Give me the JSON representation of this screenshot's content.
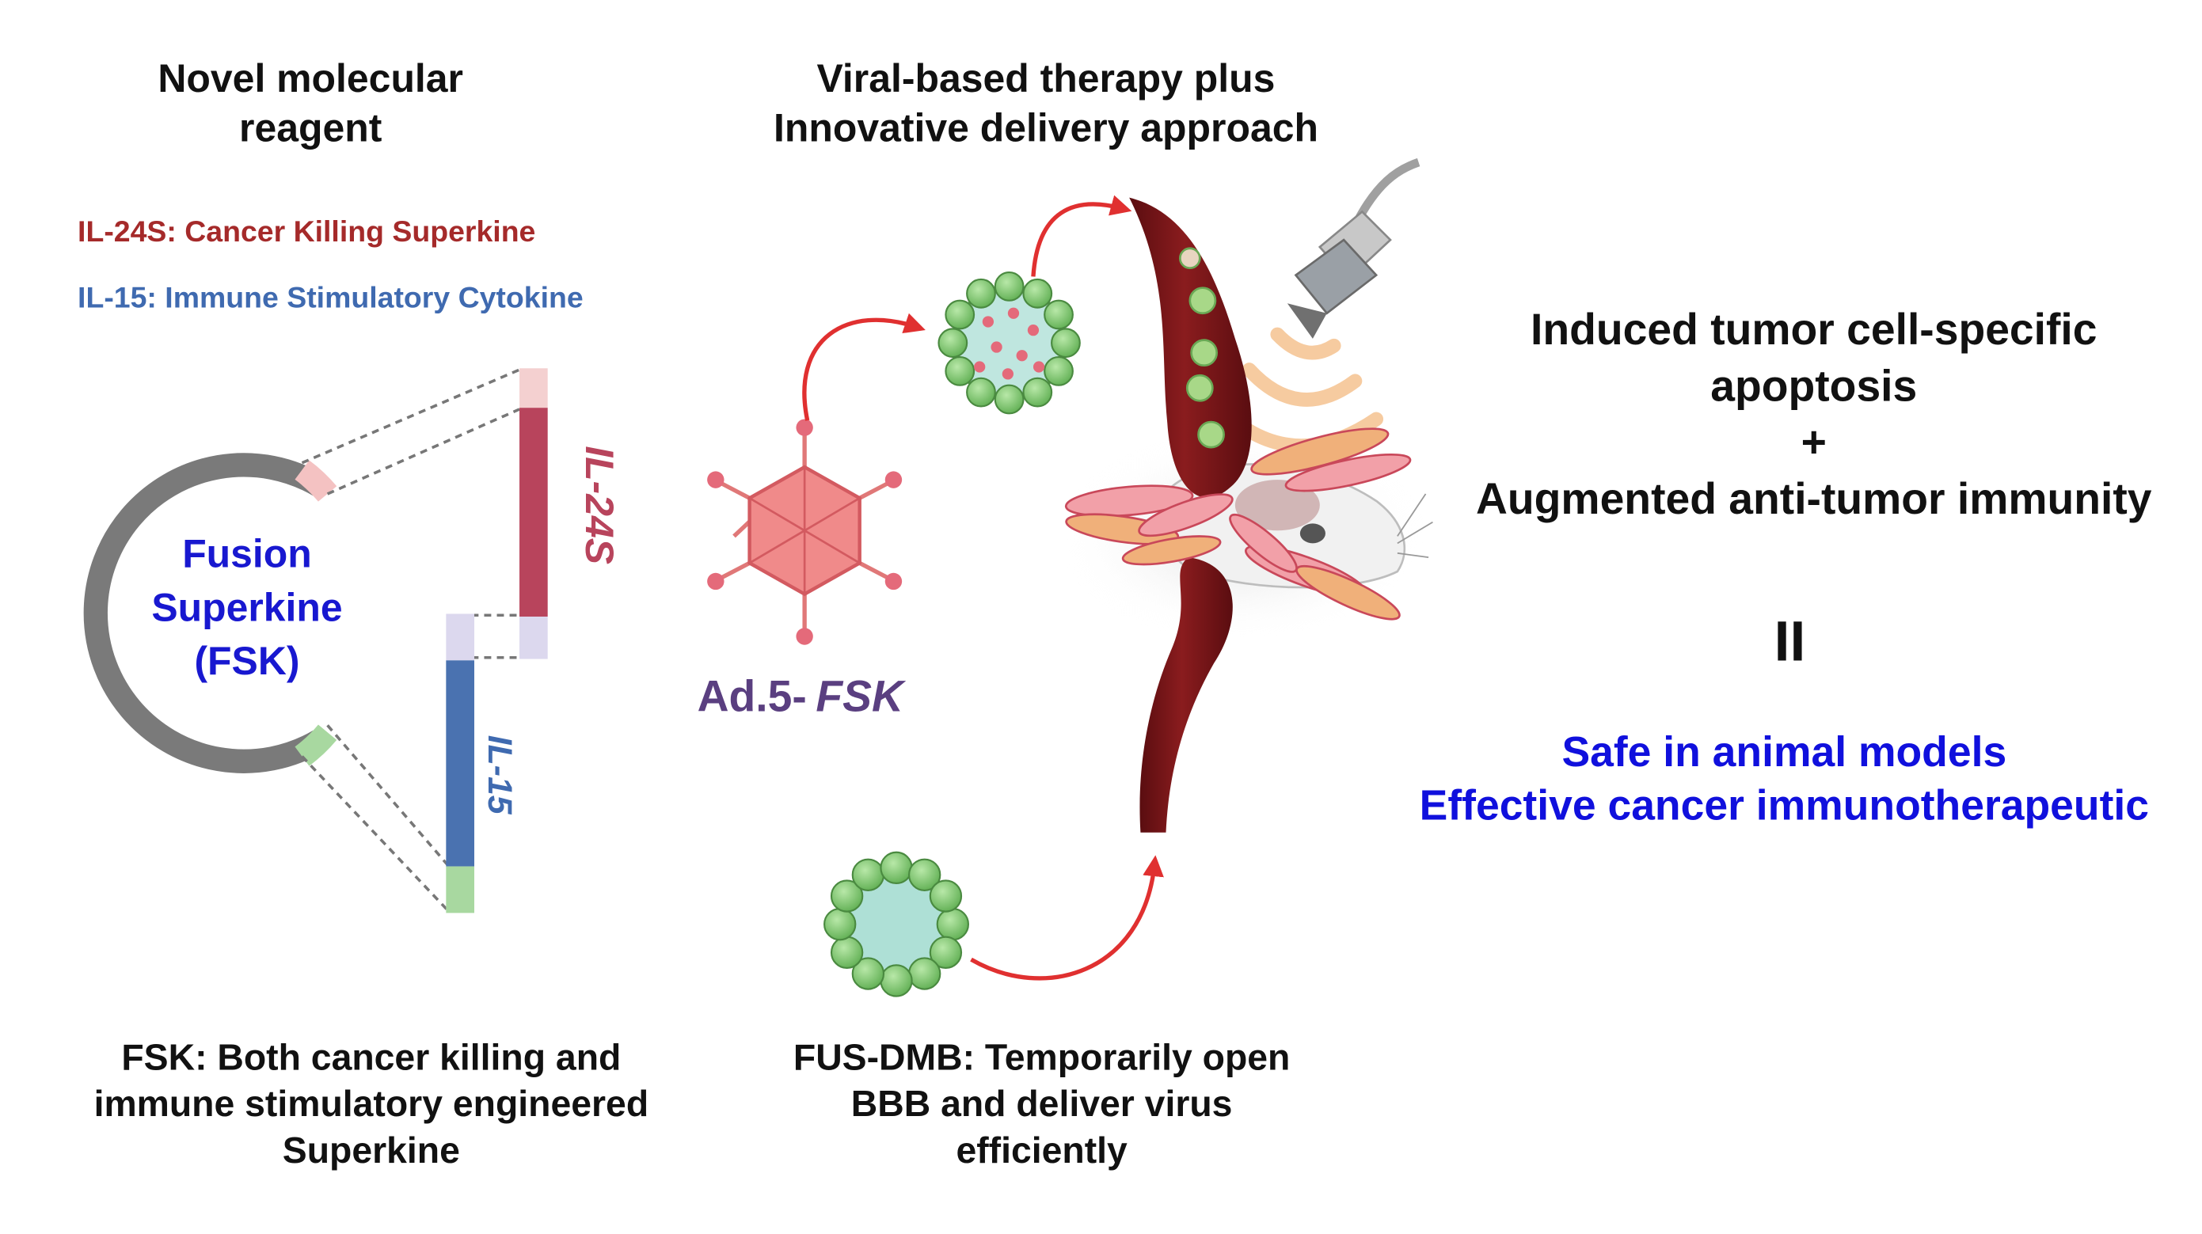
{
  "headings": {
    "left": [
      "Novel molecular",
      "reagent"
    ],
    "middle": [
      "Viral-based therapy plus",
      "Innovative delivery approach"
    ]
  },
  "legend": {
    "il24s": "IL-24S: Cancer Killing Superkine",
    "il15": "IL-15: Immune Stimulatory Cytokine"
  },
  "plasmid": {
    "center_label": [
      "Fusion",
      "Superkine",
      "(FSK)"
    ],
    "il24s_label": "IL-24S",
    "il15_label": "IL-15"
  },
  "virus": {
    "label_prefix": "Ad.5-",
    "label_italic": "FSK"
  },
  "captions": {
    "left": [
      "FSK: Both cancer killing and",
      "immune stimulatory engineered",
      "Superkine"
    ],
    "middle": [
      "FUS-DMB: Temporarily open",
      "BBB and deliver virus",
      "efficiently"
    ]
  },
  "outcome": {
    "lines": [
      "Induced tumor cell-specific",
      "apoptosis",
      "+",
      "Augmented anti-tumor immunity"
    ],
    "equals": "II",
    "result": [
      "Safe in animal models",
      "Effective cancer immunotherapeutic"
    ]
  },
  "colors": {
    "il24s": "#b8445c",
    "il24s_text": "#a52a2a",
    "il15": "#4a72b0",
    "il15_text": "#3f6ab0",
    "result_text": "#1010dd",
    "plasmid_ring": "#7a7a7a",
    "arrow": "#e03030",
    "microbubble": "#7ecb70"
  }
}
